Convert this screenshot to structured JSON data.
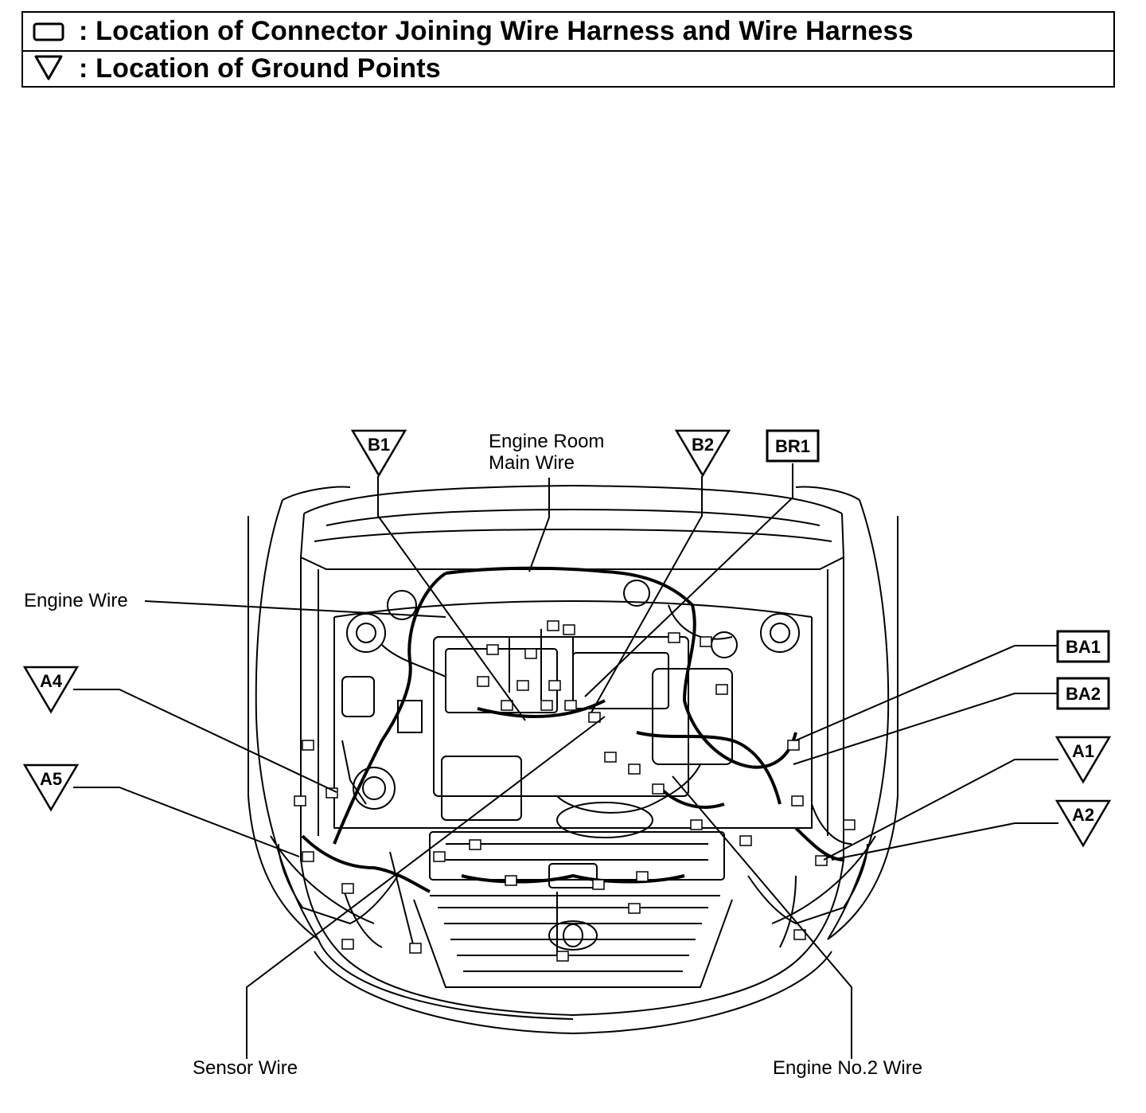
{
  "legend": {
    "connector_symbol": "rectangle-icon",
    "connector_text": ": Location of Connector Joining Wire Harness and Wire Harness",
    "ground_symbol": "triangle-down-icon",
    "ground_text": ": Location of Ground Points"
  },
  "labels": {
    "engine_room_main_wire_1": "Engine Room",
    "engine_room_main_wire_2": "Main Wire",
    "engine_wire": "Engine Wire",
    "sensor_wire": "Sensor Wire",
    "engine_no2_wire": "Engine No.2 Wire"
  },
  "ground_points": {
    "b1": "B1",
    "b2": "B2",
    "a4": "A4",
    "a5": "A5",
    "a1": "A1",
    "a2": "A2"
  },
  "connectors": {
    "br1": "BR1",
    "ba1": "BA1",
    "ba2": "BA2"
  }
}
